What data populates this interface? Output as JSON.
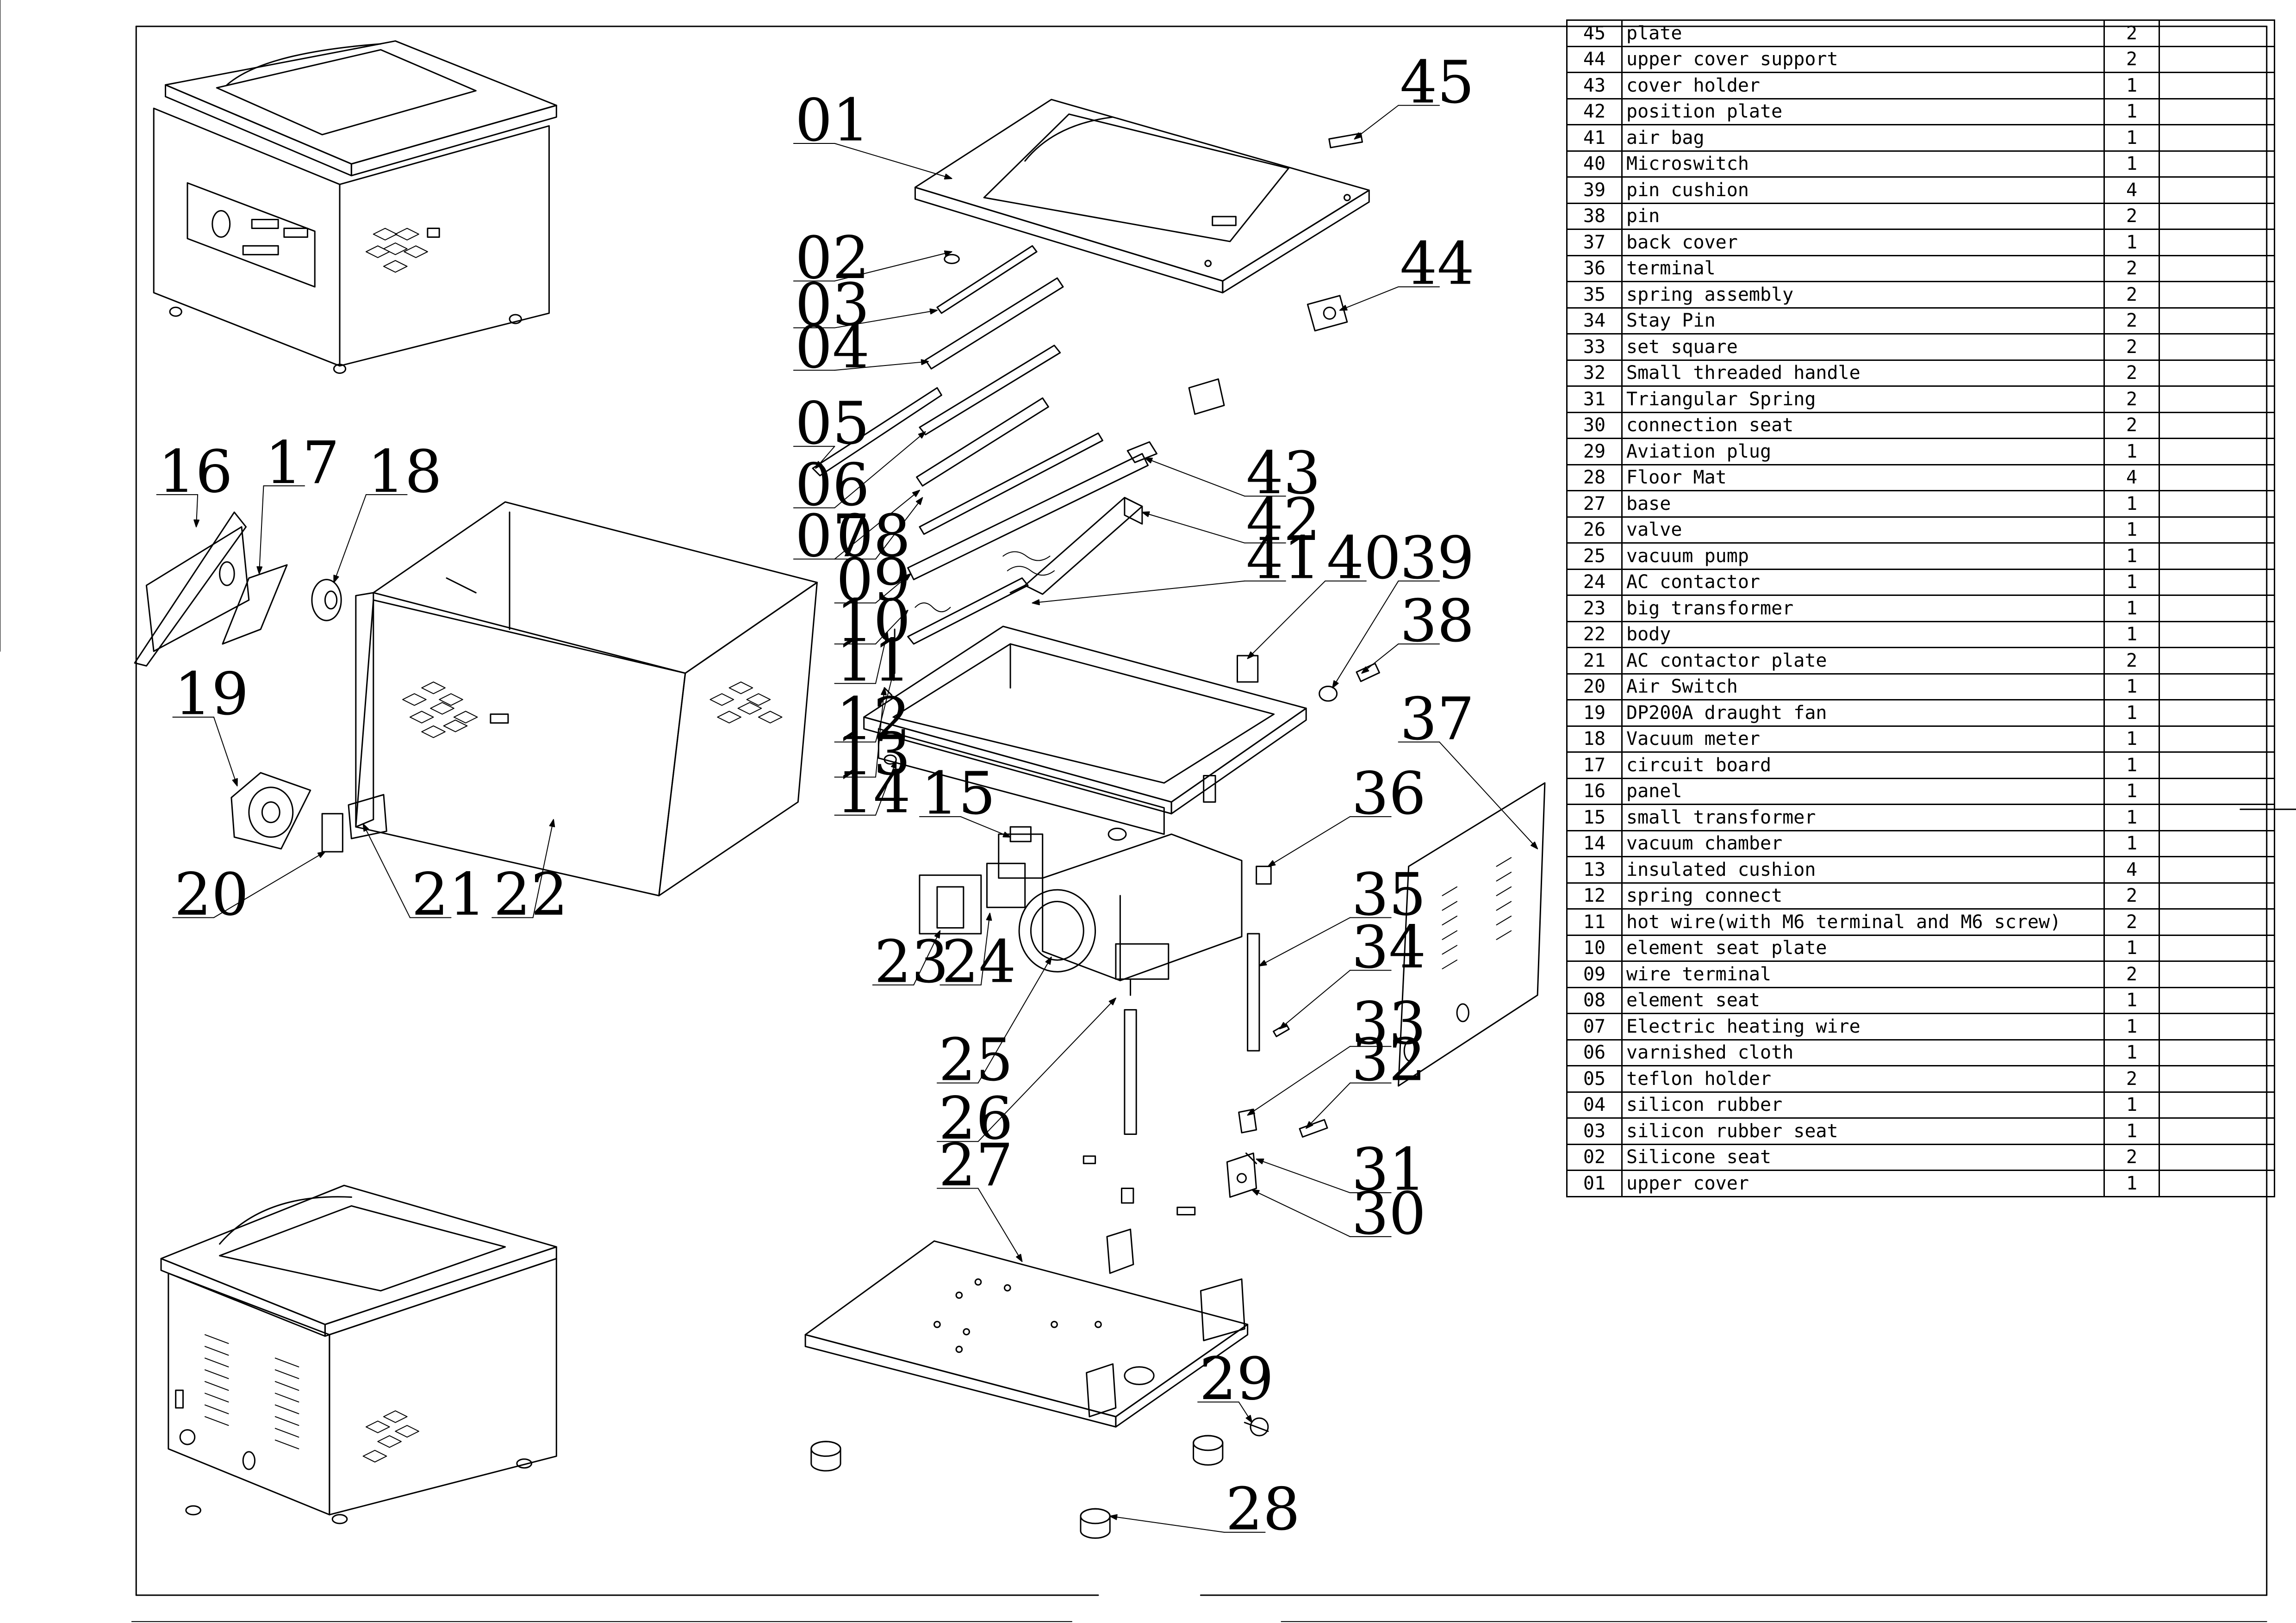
{
  "callouts": [
    "01",
    "02",
    "03",
    "04",
    "05",
    "06",
    "07",
    "08",
    "09",
    "10",
    "11",
    "12",
    "13",
    "14",
    "15",
    "16",
    "17",
    "18",
    "19",
    "20",
    "21",
    "22",
    "23",
    "24",
    "25",
    "26",
    "27",
    "28",
    "29",
    "30",
    "31",
    "32",
    "33",
    "34",
    "35",
    "36",
    "37",
    "38",
    "39",
    "40",
    "41",
    "42",
    "43",
    "44",
    "45"
  ],
  "parts_table": {
    "rows": [
      {
        "no": "45",
        "name": "plate",
        "qty": "2"
      },
      {
        "no": "44",
        "name": "upper cover support",
        "qty": "2"
      },
      {
        "no": "43",
        "name": "cover holder",
        "qty": "1"
      },
      {
        "no": "42",
        "name": "position plate",
        "qty": "1"
      },
      {
        "no": "41",
        "name": "air bag",
        "qty": "1"
      },
      {
        "no": "40",
        "name": "Microswitch",
        "qty": "1"
      },
      {
        "no": "39",
        "name": "pin cushion",
        "qty": "4"
      },
      {
        "no": "38",
        "name": "pin",
        "qty": "2"
      },
      {
        "no": "37",
        "name": "back cover",
        "qty": "1"
      },
      {
        "no": "36",
        "name": "terminal",
        "qty": "2"
      },
      {
        "no": "35",
        "name": "spring assembly",
        "qty": "2"
      },
      {
        "no": "34",
        "name": "Stay Pin",
        "qty": "2"
      },
      {
        "no": "33",
        "name": "set square",
        "qty": "2"
      },
      {
        "no": "32",
        "name": "Small threaded handle",
        "qty": "2"
      },
      {
        "no": "31",
        "name": "Triangular Spring",
        "qty": "2"
      },
      {
        "no": "30",
        "name": "connection seat",
        "qty": "2"
      },
      {
        "no": "29",
        "name": "Aviation plug",
        "qty": "1"
      },
      {
        "no": "28",
        "name": "Floor Mat",
        "qty": "4"
      },
      {
        "no": "27",
        "name": "base",
        "qty": "1"
      },
      {
        "no": "26",
        "name": "valve",
        "qty": "1"
      },
      {
        "no": "25",
        "name": "vacuum pump",
        "qty": "1"
      },
      {
        "no": "24",
        "name": "AC contactor",
        "qty": "1"
      },
      {
        "no": "23",
        "name": "big transformer",
        "qty": "1"
      },
      {
        "no": "22",
        "name": "body",
        "qty": "1"
      },
      {
        "no": "21",
        "name": "AC contactor plate",
        "qty": "2"
      },
      {
        "no": "20",
        "name": "Air Switch",
        "qty": "1"
      },
      {
        "no": "19",
        "name": "DP200A draught fan",
        "qty": "1"
      },
      {
        "no": "18",
        "name": "Vacuum meter",
        "qty": "1"
      },
      {
        "no": "17",
        "name": "circuit board",
        "qty": "1"
      },
      {
        "no": "16",
        "name": "panel",
        "qty": "1"
      },
      {
        "no": "15",
        "name": "small transformer",
        "qty": "1"
      },
      {
        "no": "14",
        "name": "vacuum chamber",
        "qty": "1"
      },
      {
        "no": "13",
        "name": "insulated cushion",
        "qty": "4"
      },
      {
        "no": "12",
        "name": "spring connect",
        "qty": "2"
      },
      {
        "no": "11",
        "name": "hot wire(with M6 terminal and M6 screw)",
        "qty": "2"
      },
      {
        "no": "10",
        "name": "element seat plate",
        "qty": "1"
      },
      {
        "no": "09",
        "name": "wire terminal",
        "qty": "2"
      },
      {
        "no": "08",
        "name": "element seat",
        "qty": "1"
      },
      {
        "no": "07",
        "name": "Electric heating wire",
        "qty": "1"
      },
      {
        "no": "06",
        "name": "varnished cloth",
        "qty": "1"
      },
      {
        "no": "05",
        "name": "teflon holder",
        "qty": "2"
      },
      {
        "no": "04",
        "name": "silicon rubber",
        "qty": "1"
      },
      {
        "no": "03",
        "name": "silicon rubber seat",
        "qty": "1"
      },
      {
        "no": "02",
        "name": "Silicone seat",
        "qty": "2"
      },
      {
        "no": "01",
        "name": "upper cover",
        "qty": "1"
      }
    ]
  }
}
